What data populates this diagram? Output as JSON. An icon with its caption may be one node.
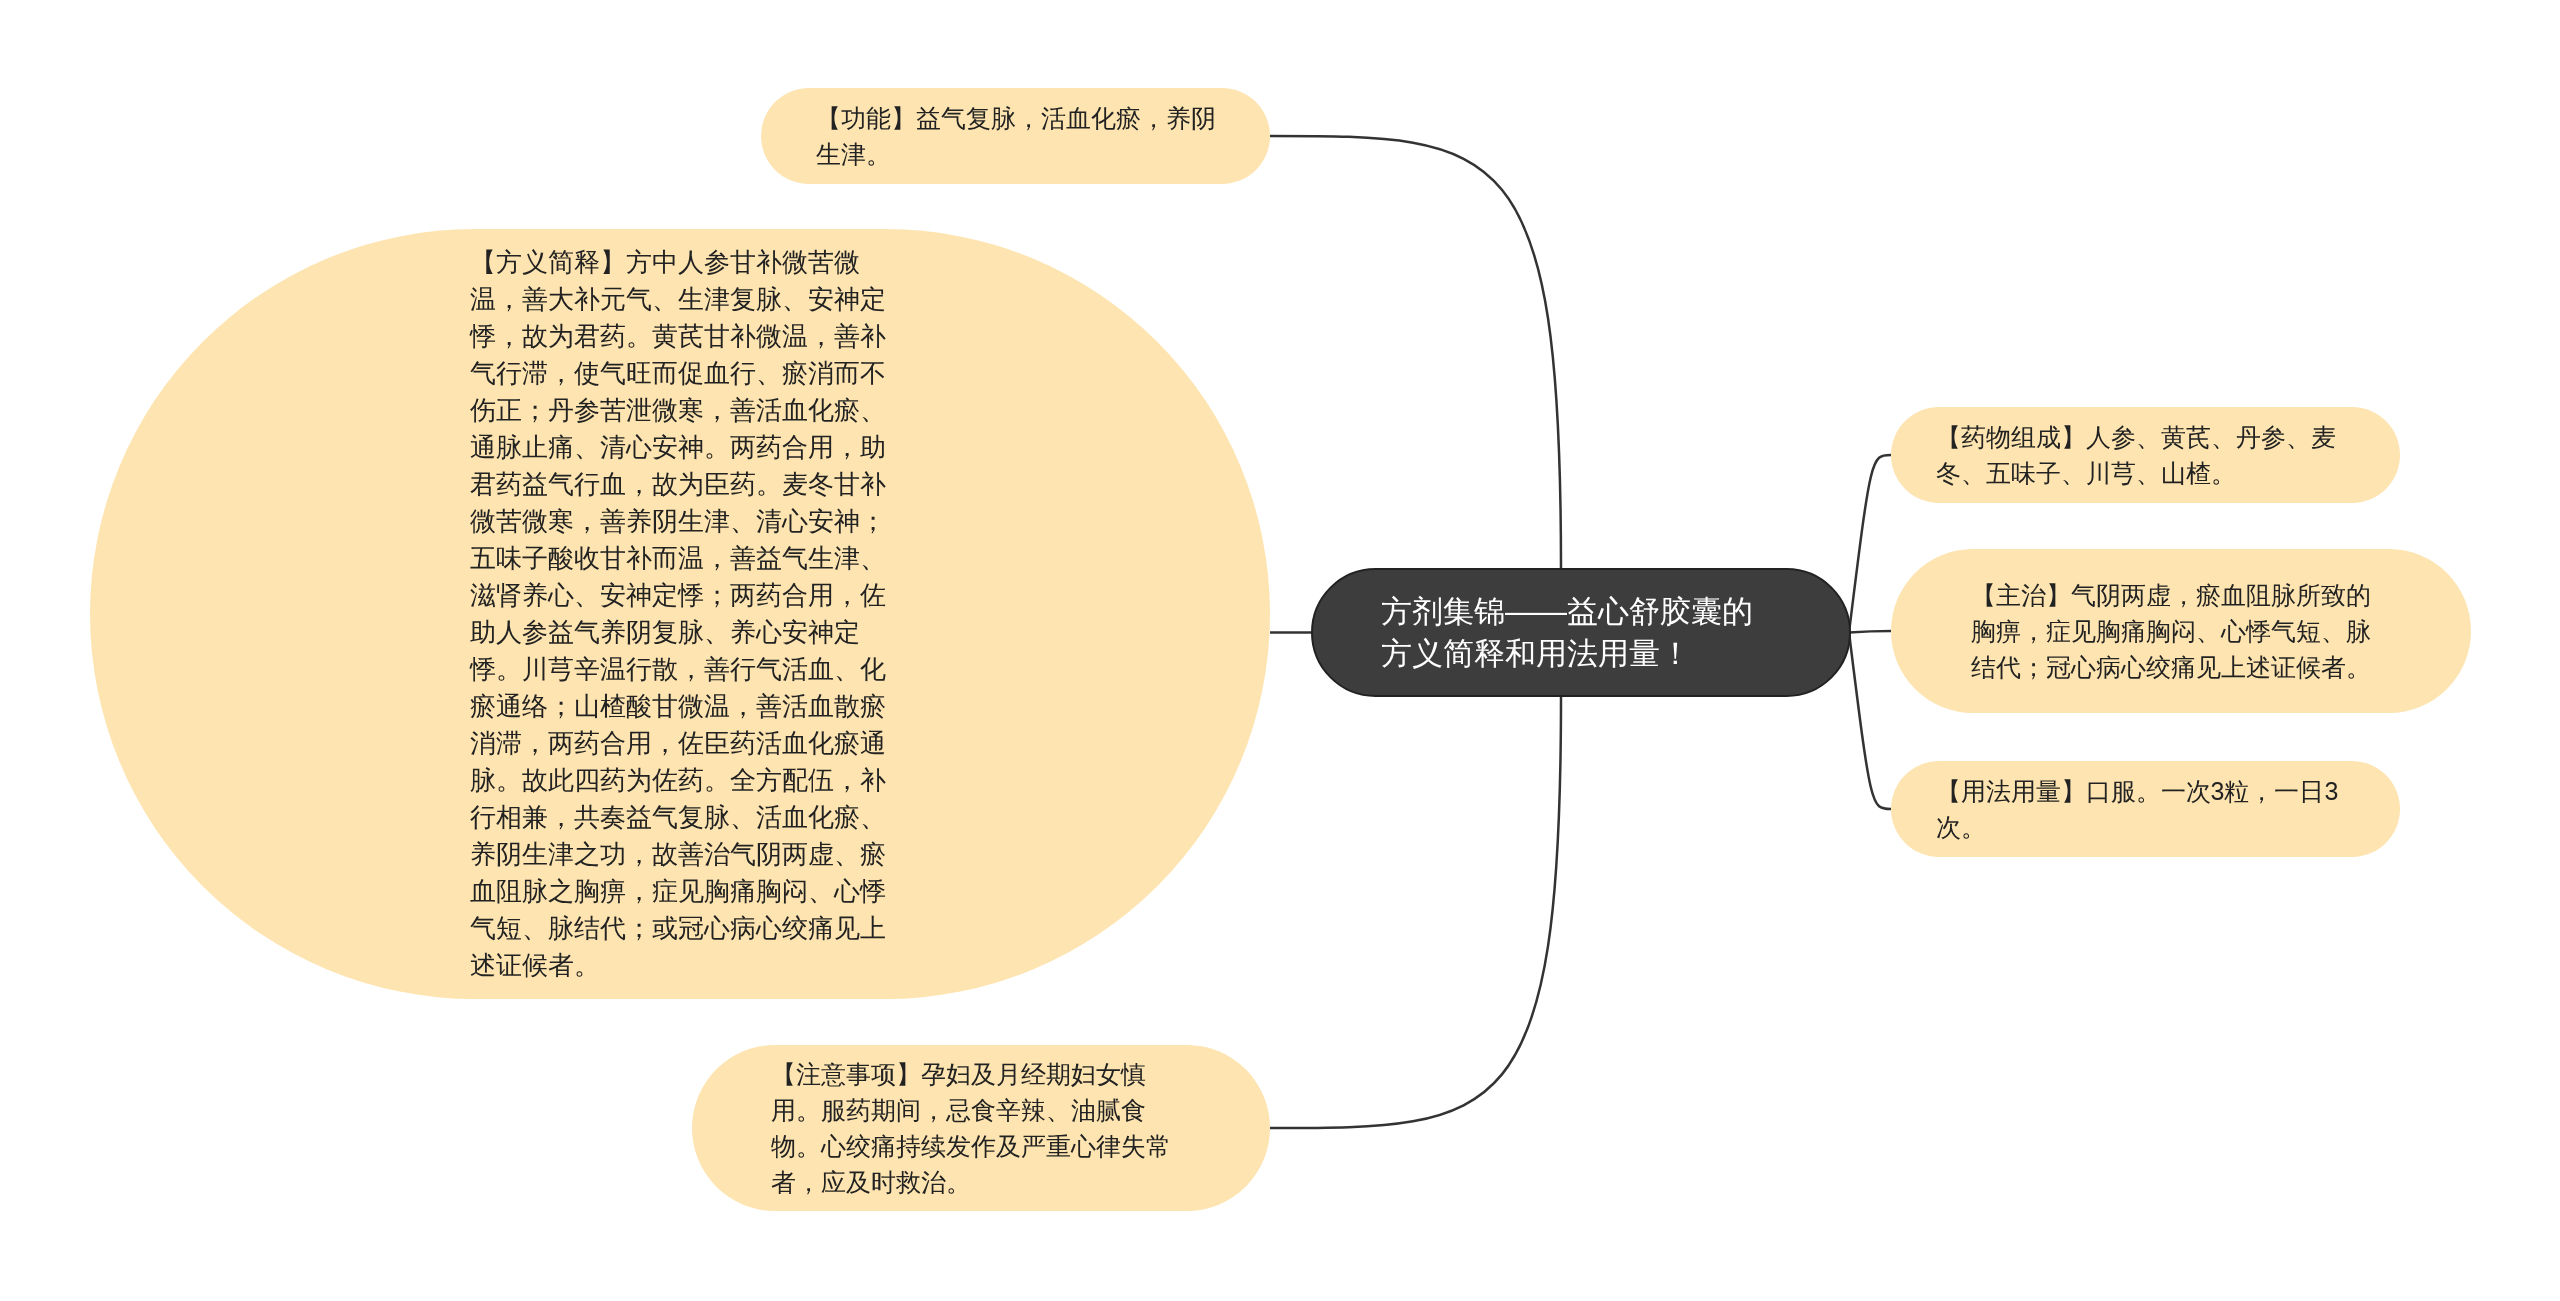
{
  "diagram": {
    "nodes": [
      {
        "text": [
          "方剂集锦——益心舒胶囊的方义简释和用法用量！"
        ]
      },
      {
        "text": [
          "【功能】益气复脉，活血化瘀，养阴生津。"
        ]
      },
      {
        "text": [
          "【方义简释】方中人参甘补微苦微温，善大补元气、生津复脉、安神定悸，故为君药。黄芪甘补微温，善补气行滞，使气旺而促血行、瘀消而不伤正；丹参苦泄微寒，善活血化瘀、通脉止痛、清心安神。两药合用，助君药益气行血，故为臣药。麦冬甘补微苦微寒，善养阴生津、清心安神；五味子酸收甘补而温，善益气生津、滋肾养心、安神定悸；两药合用，佐助人参益气养阴复脉、养心安神定悸。川芎辛温行散，善行气活血、化瘀通络；山楂酸甘微温，善活血散瘀消滞，两药合用，佐臣药活血化瘀通脉。故此四药为佐药。全方配伍，补行相兼，共奏益气复脉、活血化瘀、养阴生津之功，故善治气阴两虚、瘀血阻脉之胸痹，症见胸痛胸闷、心悸气短、脉结代；或冠心病心绞痛见上述证候者。"
        ]
      },
      {
        "text": [
          "【注意事项】孕妇及月经期妇女慎用。服药期间，忌食辛辣、油腻食物。心绞痛持续发作及严重心律失常者，应及时救治。"
        ]
      },
      {
        "text": [
          "【药物组成】人参、黄芪、丹参、麦冬、五味子、川芎、山楂。"
        ]
      },
      {
        "text": [
          "【主治】气阴两虚，瘀血阻脉所致的胸痹，症见胸痛胸闷、心悸气短、脉结代；冠心病心绞痛见上述证候者。"
        ]
      },
      {
        "text": [
          "【用法用量】口服。一次3粒，一日3次。"
        ]
      }
    ],
    "edges": [
      {
        "from": 0,
        "to": 1,
        "arrow": "none"
      },
      {
        "from": 0,
        "to": 2,
        "arrow": "none"
      },
      {
        "from": 0,
        "to": 3,
        "arrow": "none"
      },
      {
        "from": 0,
        "to": 4,
        "arrow": "none"
      },
      {
        "from": 0,
        "to": 5,
        "arrow": "none"
      },
      {
        "from": 0,
        "to": 6,
        "arrow": "none"
      }
    ]
  }
}
